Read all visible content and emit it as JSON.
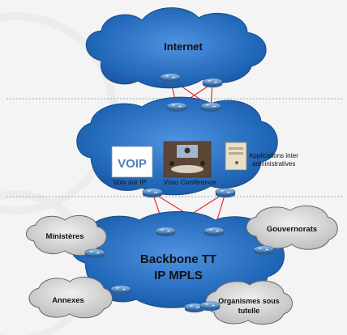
{
  "clouds": {
    "internet": {
      "label": "Internet"
    },
    "backbone": {
      "label_line1": "Backbone TT",
      "label_line2": "IP MPLS"
    },
    "ministeres": {
      "label": "Ministères"
    },
    "gouvernorats": {
      "label": "Gouvernorats"
    },
    "annexes": {
      "label": "Annexes"
    },
    "organismes": {
      "label_line1": "Organismes sous",
      "label_line2": "tutelle"
    }
  },
  "services": {
    "voix": {
      "label": "Voix sur IP",
      "logo_text": "VOIP"
    },
    "visio": {
      "label": "Visio Conférence"
    },
    "apps": {
      "label_line1": "Applications inter",
      "label_line2": "administratives"
    }
  },
  "colors": {
    "cloud_main": "#1f5fa8",
    "cloud_light": "#3d7fd0",
    "cloud_small": "#c9c9c9",
    "link": "#e03030",
    "router": "#5a8fc8"
  }
}
